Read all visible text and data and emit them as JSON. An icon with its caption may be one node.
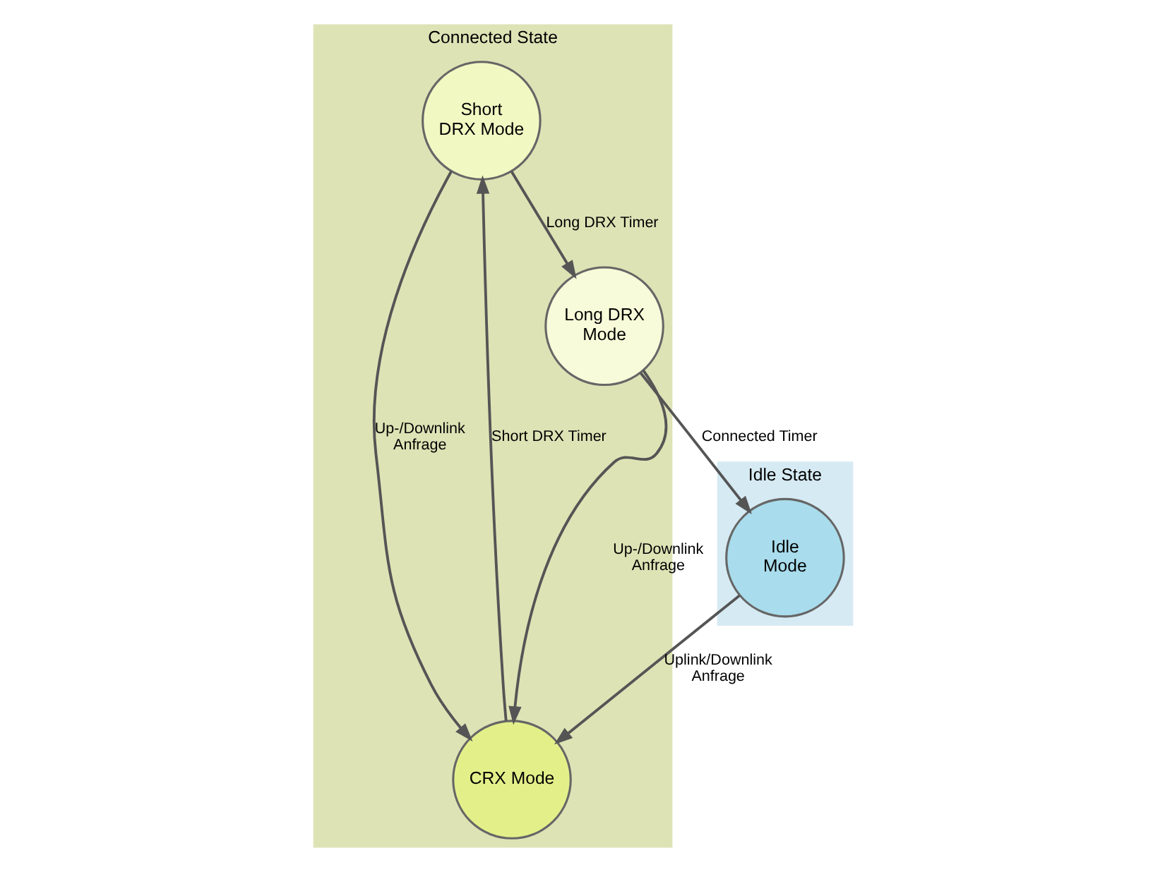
{
  "diagram": {
    "nodes": [
      {
        "text": [
          "Idle State"
        ]
      },
      {
        "text": [
          "Connected State"
        ]
      },
      {
        "text": [
          "Long DRX Mode"
        ],
        "in": 1
      },
      {
        "text": [
          "Idle Mode"
        ],
        "in": 0
      },
      {
        "text": [
          "Short DRX Mode"
        ],
        "in": 1
      },
      {
        "text": [
          "CRX Mode"
        ],
        "in": 1
      }
    ],
    "edges": [
      {
        "from": 2,
        "to": 3,
        "arrow": "to",
        "label": "Connected Timer"
      },
      {
        "from": 2,
        "to": 5,
        "arrow": "to",
        "label": "Up-/Downlink Anfrage"
      },
      {
        "from": 3,
        "to": 5,
        "arrow": "to",
        "label": "Uplink/Downlink Anfrage"
      },
      {
        "from": 4,
        "to": 2,
        "arrow": "to",
        "label": "Long DRX Timer"
      },
      {
        "from": 4,
        "to": 5,
        "arrow": "to",
        "label": "Up-/Downlink Anfrage"
      },
      {
        "from": 5,
        "to": 4,
        "arrow": "to",
        "label": "Short DRX Timer"
      }
    ]
  }
}
